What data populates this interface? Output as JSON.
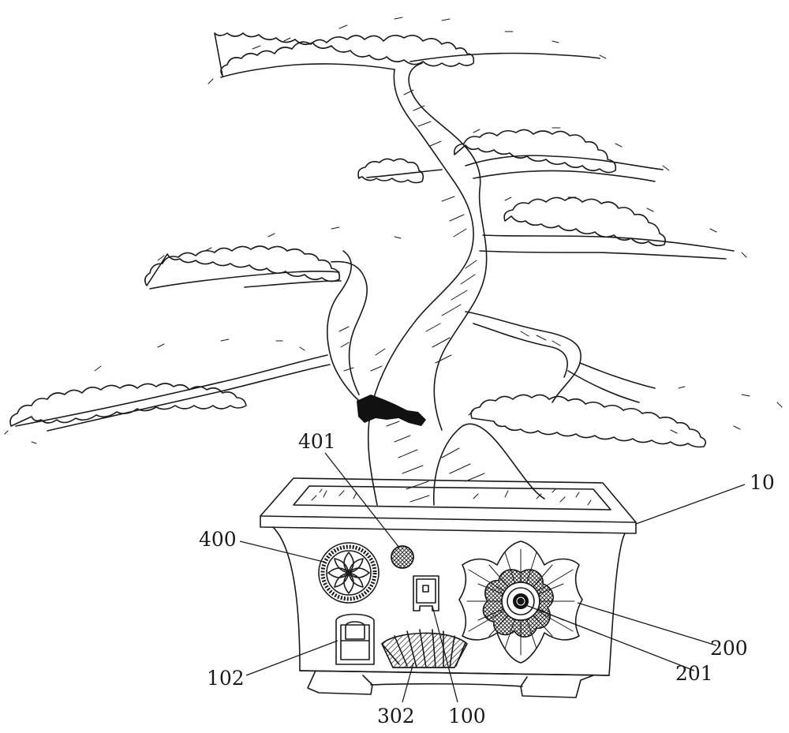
{
  "labels": {
    "pot": "10",
    "left_ornament": "400",
    "round_button": "401",
    "small_switch": "100",
    "left_plate": "102",
    "fan_ornament": "302",
    "flower_ornament": "200",
    "flower_center": "201"
  },
  "colors": {
    "ink": "#1a1a1a",
    "background": "#ffffff",
    "fill_dark": "#111111"
  }
}
